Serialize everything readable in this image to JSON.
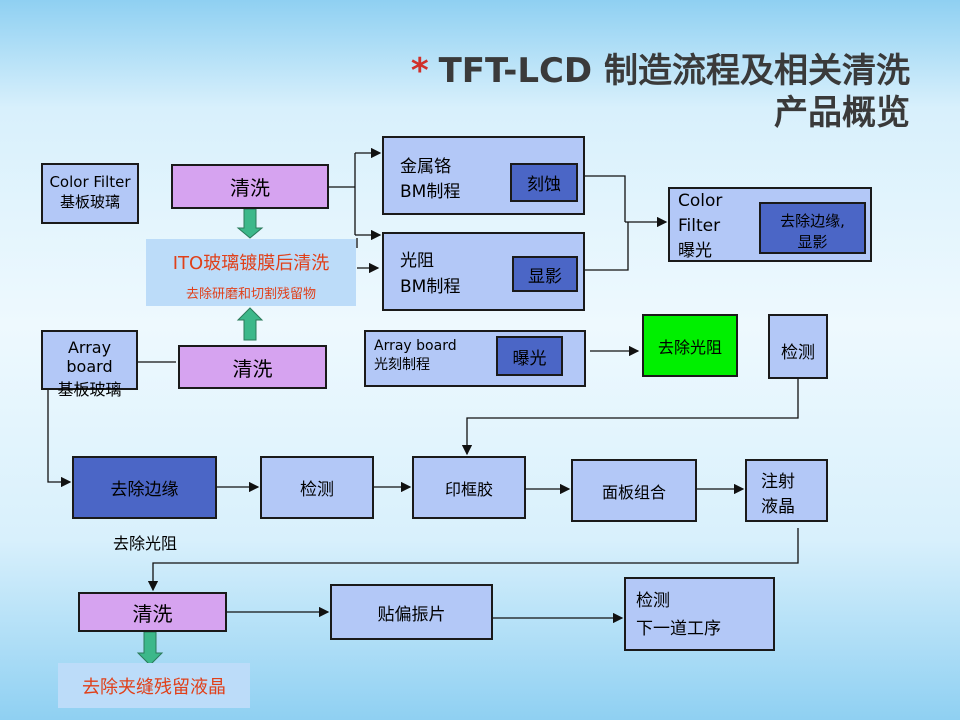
{
  "title": {
    "star": "*",
    "line1": "TFT-LCD 制造流程及相关清洗",
    "line2": "产品概览"
  },
  "colors": {
    "box": "#b3c8f7",
    "clean": "#d6a3f0",
    "dark": "#4b66c6",
    "green": "#00f000",
    "red_text": "#e0401a"
  },
  "nodes": {
    "cf_glass": [
      "Color Filter",
      "基板玻璃"
    ],
    "clean1": "清洗",
    "ito": {
      "title": "ITO玻璃镀膜后清洗",
      "sub": "去除研磨和切割残留物"
    },
    "cr_bm": [
      "金属铬",
      "BM制程"
    ],
    "etch": "刻蚀",
    "pr_bm": [
      "光阻",
      "BM制程"
    ],
    "develop": "显影",
    "cf_expose": [
      "Color",
      "Filter",
      "曝光"
    ],
    "cf_edge": [
      "去除边缘,",
      "显影"
    ],
    "array_glass": [
      "Array board",
      "基板玻璃"
    ],
    "clean2": "清洗",
    "array_litho": [
      "Array board",
      "光刻制程"
    ],
    "expose": "曝光",
    "strip": "去除光阻",
    "inspect1": "检测",
    "edge": "去除边缘",
    "edge_sub": "去除光阻",
    "inspect2": "检测",
    "seal": "印框胶",
    "assembly": "面板组合",
    "lc": [
      "注射",
      "液晶"
    ],
    "clean3": "清洗",
    "clean3_sub": "去除夹缝残留液晶",
    "polarizer": "贴偏振片",
    "next": [
      "检测",
      "下一道工序"
    ]
  }
}
